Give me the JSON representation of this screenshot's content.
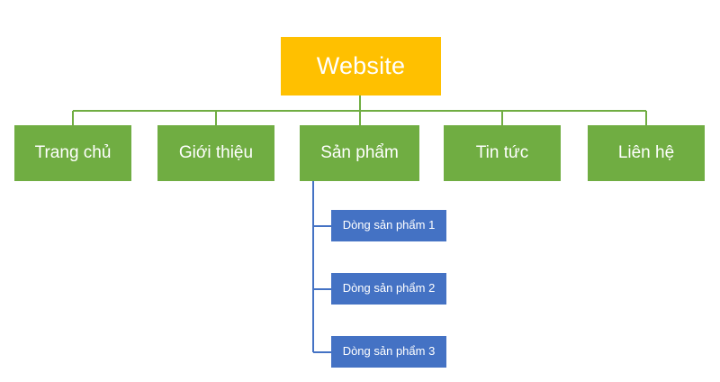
{
  "diagram": {
    "type": "sitemap-tree",
    "background_color": "#ffffff",
    "root": {
      "label": "Website",
      "color": "#ffc000",
      "text_color": "#ffffff"
    },
    "level1_color": "#70ad42",
    "level1_connector_color": "#70ad42",
    "level1": [
      {
        "label": "Trang chủ"
      },
      {
        "label": "Giới thiệu"
      },
      {
        "label": "Sản phẩm"
      },
      {
        "label": "Tin tức"
      },
      {
        "label": "Liên hệ"
      }
    ],
    "level2_color": "#4472c4",
    "level2_connector_color": "#4472c4",
    "level2_parent": "Sản phẩm",
    "level2": [
      {
        "label": "Dòng sản phẩm 1"
      },
      {
        "label": "Dòng sản phẩm 2"
      },
      {
        "label": "Dòng sản phẩm 3"
      }
    ]
  }
}
